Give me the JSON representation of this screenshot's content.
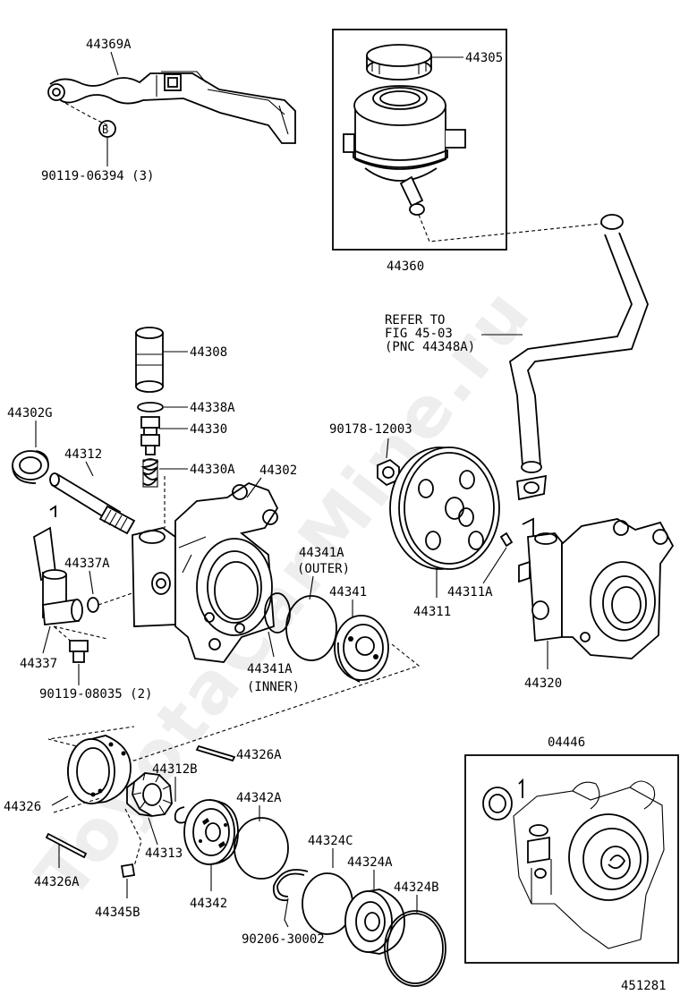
{
  "watermark": "ToyotaCarMine.ru",
  "figure_number": "451281",
  "reference_note": {
    "line1": "REFER TO",
    "line2": "FIG 45-03",
    "line3": "(PNC 44348A)"
  },
  "parts": {
    "bracket": "44369A",
    "bolt_b_symbol": "B",
    "bolt_b": "90119-06394 (3)",
    "reservoir_cap": "44305",
    "reservoir": "44360",
    "flow_control_fitting": "44308",
    "oring_44338a": "44338A",
    "flow_control_valve": "44330",
    "valve_spring": "44330A",
    "oil_seal": "44302G",
    "shaft": "44312",
    "pump_housing": "44302",
    "union_bolt": "90178-12003",
    "union": "44337",
    "oring_44337a": "44337A",
    "bolt_2": "90119-08035 (2)",
    "oring_outer": "44341A",
    "oring_outer_note": "(OUTER)",
    "oring_inner": "44341A",
    "oring_inner_note": "(INNER)",
    "rear_plate": "44341",
    "pulley": "44311",
    "woodruff_key": "44311A",
    "pump_assembly": "44320",
    "gasket_kit": "04446",
    "cam_ring": "44326",
    "pin_upper": "44326A",
    "pin_lower": "44326A",
    "snap_ring": "44312B",
    "rotor": "44313",
    "vane": "44345B",
    "front_plate": "44342",
    "oring_44342a": "44342A",
    "oring_44324c": "44324C",
    "snap_ring_90206": "90206-30002",
    "pressure_plate": "44324A",
    "oring_44324b": "44324B"
  }
}
